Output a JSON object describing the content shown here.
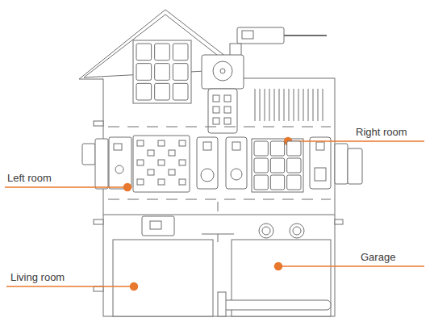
{
  "diagram": {
    "labels": [
      "Right room",
      "Left room",
      "Garage",
      "Living room"
    ]
  }
}
